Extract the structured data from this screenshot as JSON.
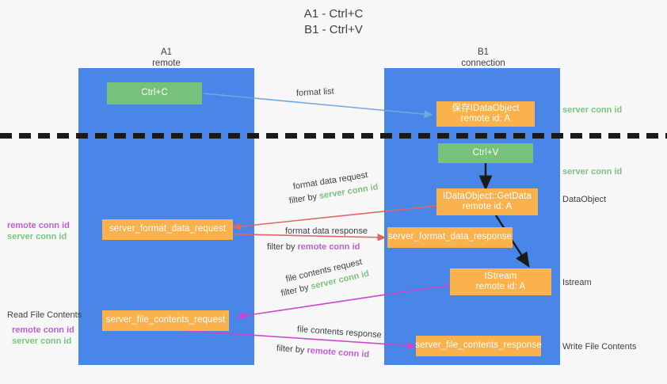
{
  "title": {
    "line1": "A1 - Ctrl+C",
    "line2": "B1 - Ctrl+V"
  },
  "lanes": [
    {
      "name": "A1",
      "sub": "remote"
    },
    {
      "name": "B1",
      "sub": "connection"
    }
  ],
  "nodes": {
    "ctrl_c": {
      "label": "Ctrl+C",
      "sub": ""
    },
    "save_idataobject": {
      "label": "保存IDataObject",
      "sub": "remote id: A"
    },
    "ctrl_v": {
      "label": "Ctrl+V",
      "sub": ""
    },
    "getdata": {
      "label": "IDataObject::GetData",
      "sub": "remote id: A"
    },
    "istream": {
      "label": "IStream",
      "sub": "remote id: A"
    },
    "server_format_data_request": {
      "label": "server_format_data_request",
      "sub": ""
    },
    "server_format_data_response": {
      "label": "server_format_data_response",
      "sub": ""
    },
    "server_file_contents_request": {
      "label": "server_file_contents_request",
      "sub": ""
    },
    "server_file_contents_response": {
      "label": "server_file_contents_response",
      "sub": ""
    }
  },
  "edges": {
    "format_list": "format list",
    "format_data_request": "format data request",
    "format_data_request_filter_prefix": "filter by ",
    "format_data_request_filter_value": "server conn id",
    "format_data_response": "format data response",
    "format_data_response_filter_prefix": "filter by ",
    "format_data_response_filter_value": "remote conn id",
    "file_contents_request": "file contents request",
    "file_contents_request_filter_prefix": "filter by ",
    "file_contents_request_filter_value": "server conn id",
    "file_contents_response": "file contents response",
    "file_contents_response_filter_prefix": "filter by ",
    "file_contents_response_filter_value": "remote conn id"
  },
  "right_labels": {
    "server_conn_id_top": "server conn id",
    "server_conn_id_mid": "server conn id",
    "dataobject": "DataObject",
    "istream": "Istream",
    "write_file_contents": "Write File Contents"
  },
  "left_labels": {
    "mid_remote": "remote conn id",
    "mid_server": "server conn id",
    "read_file_contents": "Read File Contents",
    "low_remote": "remote conn id",
    "low_server": "server conn id"
  },
  "colors": {
    "lane": "#4a86e8",
    "green_node": "#77c27a",
    "orange_node": "#fbb14c",
    "green_text": "#7cc47f",
    "magenta_text": "#c060d8",
    "arrow_blue": "#6fa8dc",
    "arrow_red": "#e06666",
    "arrow_magenta": "#cc44cc",
    "arrow_black": "#1a1a1a",
    "background": "#f7f7f7"
  }
}
